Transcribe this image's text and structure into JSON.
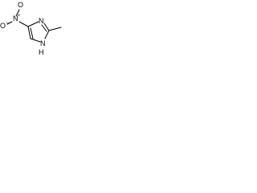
{
  "molecule": {
    "atoms": {
      "o_top": "O",
      "o_left": "O",
      "nitro_n": "N",
      "ring_n_top": "N",
      "ring_nh": "N",
      "ring_nh_h": "H"
    },
    "charges": {
      "nitro_n_plus": "+",
      "o_left_minus": "−"
    }
  }
}
